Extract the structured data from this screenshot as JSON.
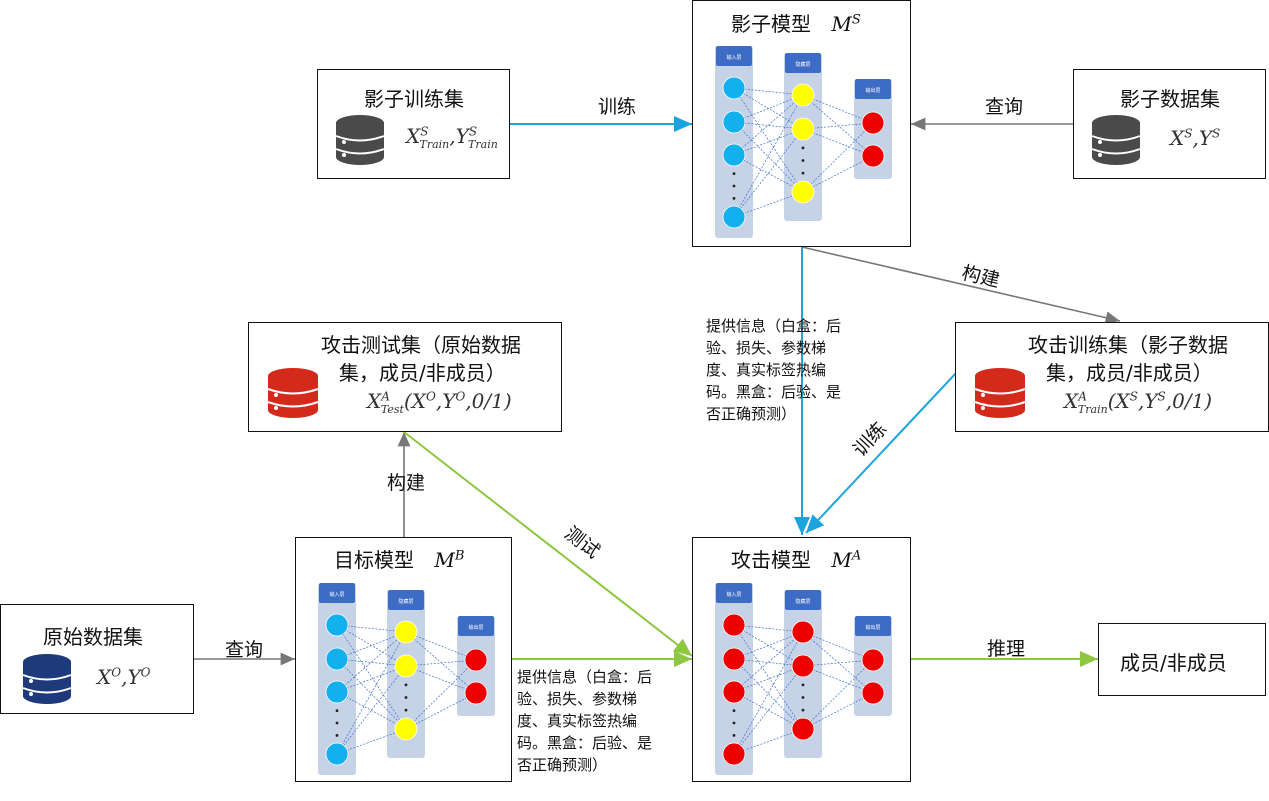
{
  "shadow_model": {
    "title": "影子模型",
    "math_main": "M",
    "math_sup": "S"
  },
  "shadow_train_set": {
    "title": "影子训练集",
    "x": "X",
    "x_sup": "S",
    "x_sub": "Train",
    "y": "Y",
    "y_sup": "S",
    "y_sub": "Train"
  },
  "shadow_data_set": {
    "title": "影子数据集",
    "x": "X",
    "x_sup": "S",
    "y": "Y",
    "y_sup": "S"
  },
  "attack_test_set": {
    "title_line1": "攻击测试集（原始数据",
    "title_line2": "集，成员/非成员）",
    "math_pre": "X",
    "math_sup": "A",
    "math_sub": "Test",
    "math_args": "(X",
    "a_sup": "O",
    "a_mid": ",Y",
    "b_sup": "O",
    "a_end": ",0/1)"
  },
  "attack_train_set": {
    "title_line1": "攻击训练集（影子数据",
    "title_line2": "集，成员/非成员）",
    "math_pre": "X",
    "math_sup": "A",
    "math_sub": "Train",
    "math_args": "(X",
    "a_sup": "S",
    "a_mid": ",Y",
    "b_sup": "S",
    "a_end": ",0/1)"
  },
  "target_model": {
    "title": "目标模型",
    "math_main": "M",
    "math_sup": "B"
  },
  "attack_model": {
    "title": "攻击模型",
    "math_main": "M",
    "math_sup": "A"
  },
  "original_data_set": {
    "title": "原始数据集",
    "x": "X",
    "x_sup": "O",
    "y": "Y",
    "y_sup": "O"
  },
  "output_box": {
    "title": "成员/非成员"
  },
  "arrows": {
    "train_top": "训练",
    "query_top": "查询",
    "build_top": "构建",
    "build_left": "构建",
    "test": "测试",
    "train_right": "训练",
    "query_bottom": "查询",
    "infer": "推理"
  },
  "info_center": "提供信息（白盒：后\n验、损失、参数梯\n度、真实标签热编\n码。黑盒：后验、是\n否正确预测）",
  "info_bottom": "提供信息（白盒：后\n验、损失、参数梯\n度、真实标签热编\n码。黑盒：后验、是\n否正确预测）",
  "nn_layers": {
    "input": "输入层",
    "hidden": "隐藏层",
    "output": "输出层"
  },
  "colors": {
    "blue_arrow": "#1aa3dc",
    "gray_arrow": "#777777",
    "green_arrow": "#8dc63f",
    "db_gray": "#4a4a4a",
    "db_red": "#d42a1c",
    "db_navy": "#1f3a7a",
    "node_blue": "#12b0ec",
    "node_yellow": "#ffff00",
    "node_red": "#ee0000"
  }
}
